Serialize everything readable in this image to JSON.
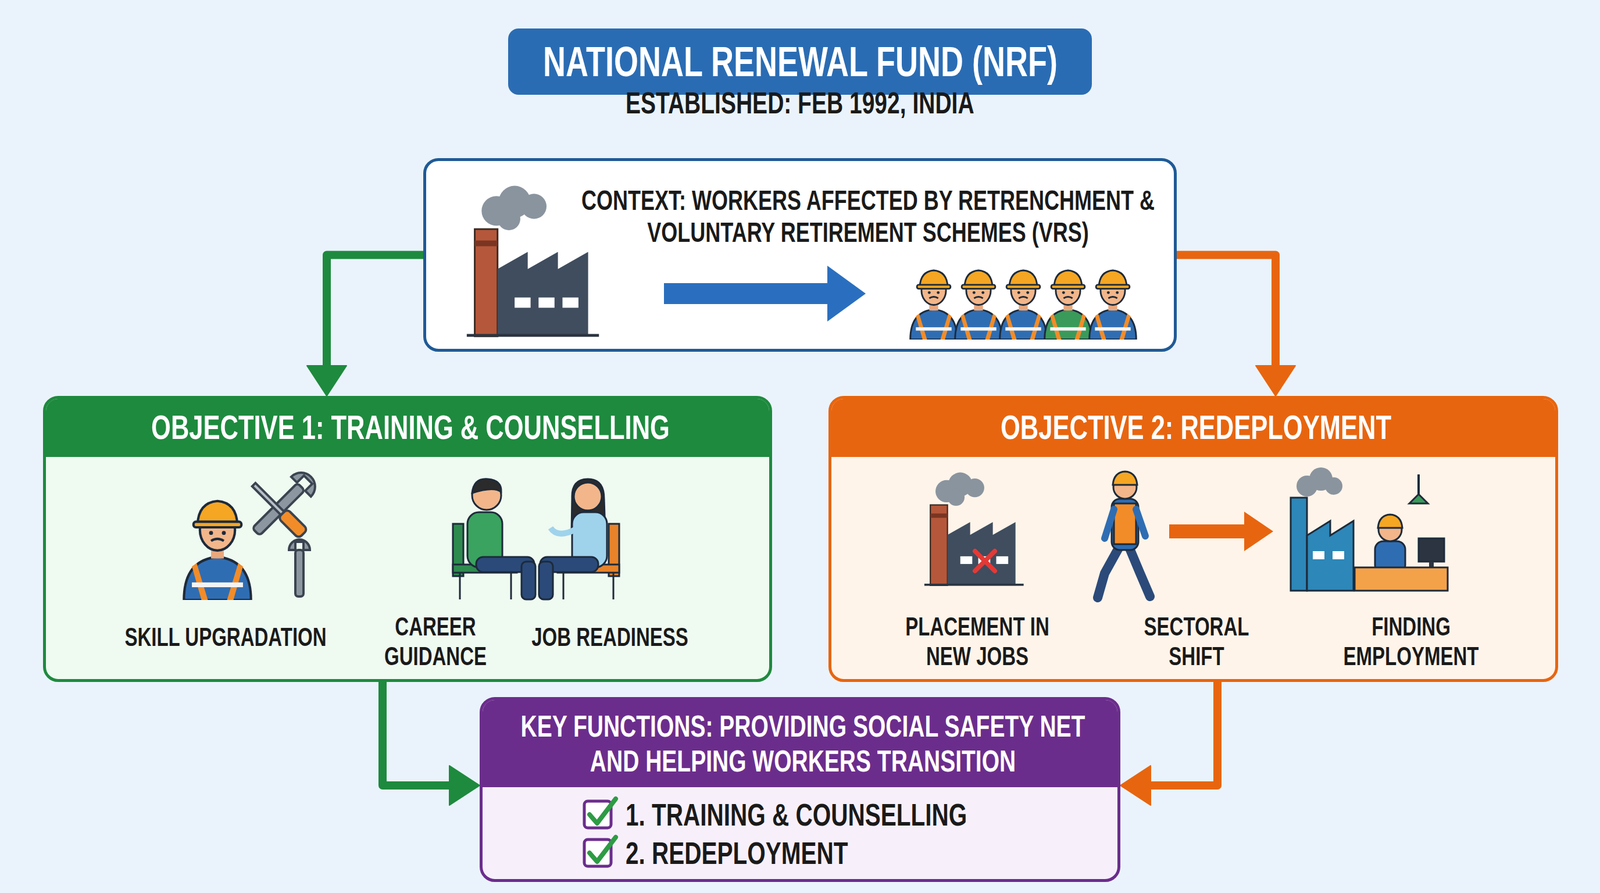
{
  "diagram": {
    "title": "NATIONAL RENEWAL FUND (NRF)",
    "nodes": [
      {
        "text": [
          "CONTEXT: WORKERS AFFECTED BY RETRENCHMENT & VOLUNTARY RETIREMENT SCHEMES (VRS)"
        ]
      },
      {
        "text": [
          "OBJECTIVE 1: TRAINING & COUNSELLING",
          "SKILL UPGRADATION",
          "CAREER GUIDANCE",
          "JOB READINESS"
        ]
      },
      {
        "text": [
          "OBJECTIVE 2: REDEPLOYMENT",
          "PLACEMENT IN NEW JOBS",
          "SECTORAL SHIFT",
          "FINDING EMPLOYMENT"
        ]
      },
      {
        "text": [
          "KEY FUNCTIONS: PROVIDING SOCIAL SAFETY NET AND HELPING WORKERS TRANSITION",
          "1. TRAINING & COUNSELLING",
          "2. REDEPLOYMENT"
        ]
      }
    ],
    "edges": [
      {
        "from": 0,
        "to": 1,
        "arrow": "to"
      },
      {
        "from": 0,
        "to": 2,
        "arrow": "to"
      },
      {
        "from": 1,
        "to": 3,
        "arrow": "to"
      },
      {
        "from": 2,
        "to": 3,
        "arrow": "to"
      }
    ],
    "labels": [
      "ESTABLISHED: FEB 1992, INDIA"
    ]
  }
}
